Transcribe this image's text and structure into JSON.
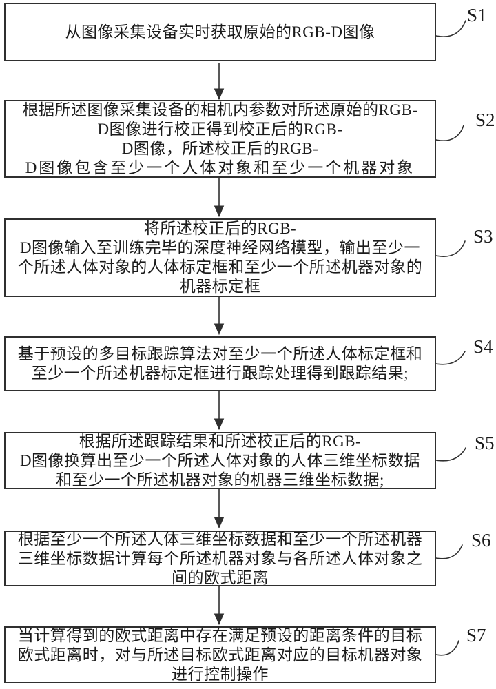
{
  "flowchart": {
    "title_hidden": "",
    "colors": {
      "line": "#2f2f2f",
      "text": "#1b1b1b",
      "background": "#ffffff"
    },
    "steps": [
      {
        "label": "S1",
        "lines": [
          "从图像采集设备实时获取原始的RGB-D图像"
        ]
      },
      {
        "label": "S2",
        "lines": [
          "根据所述图像采集设备的相机内参数对所述原始的RGB-",
          "D图像进行校正得到校正后的RGB-",
          "D图像，所述校正后的RGB-",
          "D图像包含至少一个人体对象和至少一个机器对象"
        ]
      },
      {
        "label": "S3",
        "lines": [
          "将所述校正后的RGB-",
          "D图像输入至训练完毕的深度神经网络模型，输出至少一",
          "个所述人体对象的人体标定框和至少一个所述机器对象的",
          "机器标定框"
        ]
      },
      {
        "label": "S4",
        "lines": [
          "基于预设的多目标跟踪算法对至少一个所述人体标定框和",
          "至少一个所述机器标定框进行跟踪处理得到跟踪结果;"
        ]
      },
      {
        "label": "S5",
        "lines": [
          "根据所述跟踪结果和所述校正后的RGB-",
          "D图像换算出至少一个所述人体对象的人体三维坐标数据",
          "和至少一个所述机器对象的机器三维坐标数据;"
        ]
      },
      {
        "label": "S6",
        "lines": [
          "根据至少一个所述人体三维坐标数据和至少一个所述机器",
          "三维坐标数据计算每个所述机器对象与各所述人体对象之",
          "间的欧式距离"
        ]
      },
      {
        "label": "S7",
        "lines": [
          "当计算得到的欧式距离中存在满足预设的距离条件的目标",
          "欧式距离时，对与所述目标欧式距离对应的目标机器对象",
          "进行控制操作"
        ]
      }
    ]
  }
}
